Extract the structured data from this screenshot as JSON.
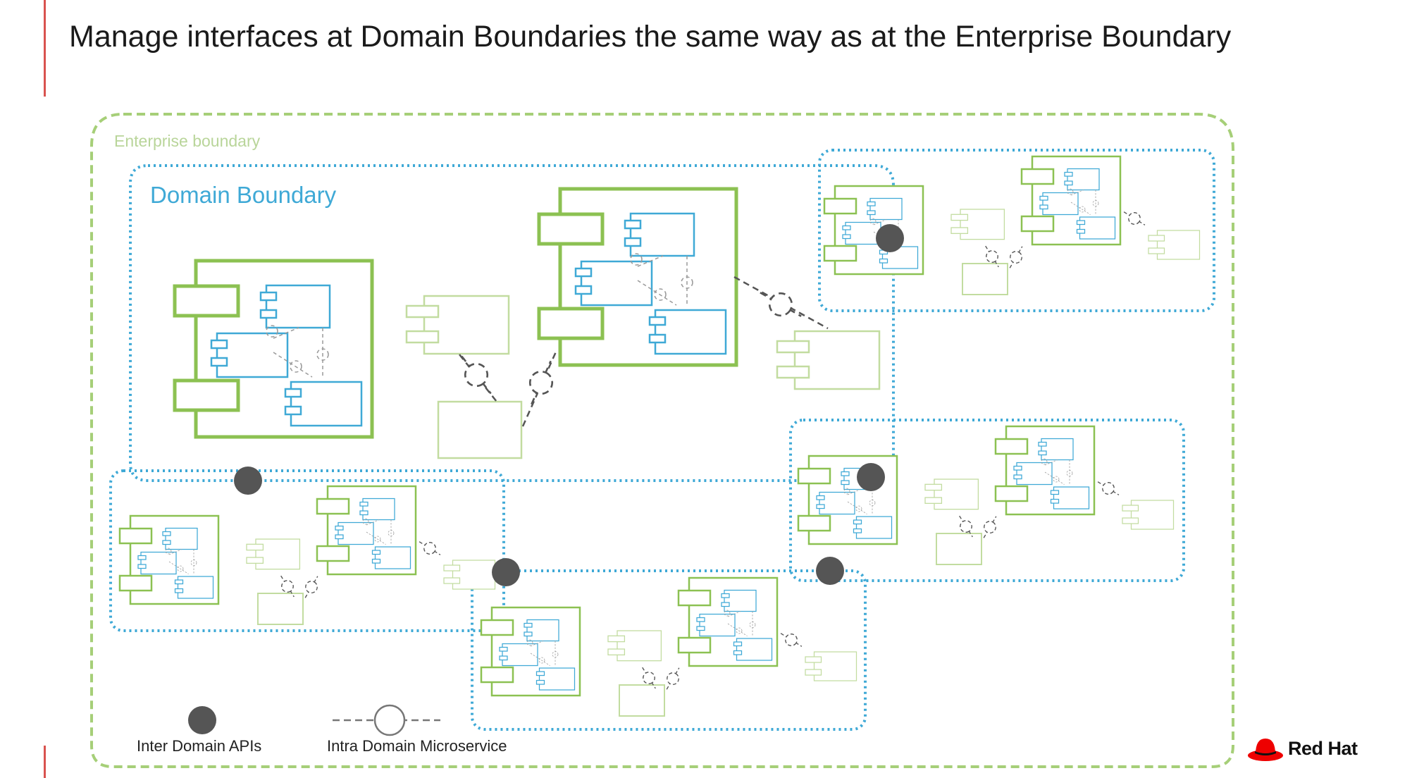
{
  "title": "Manage interfaces at Domain Boundaries the same way as at the Enterprise Boundary",
  "diagram": {
    "enterprise_label": "Enterprise boundary",
    "domain_label": "Domain Boundary"
  },
  "legend": {
    "inter_domain": "Inter Domain APIs",
    "intra_domain": "Intra Domain Microservice"
  },
  "logo": {
    "text": "Red Hat",
    "icon": "red-hat-icon"
  },
  "colors": {
    "green": "#8cc152",
    "light_green": "#c2dca0",
    "blue": "#3fa9d6",
    "dot": "#555555",
    "accent": "#d9534f"
  }
}
